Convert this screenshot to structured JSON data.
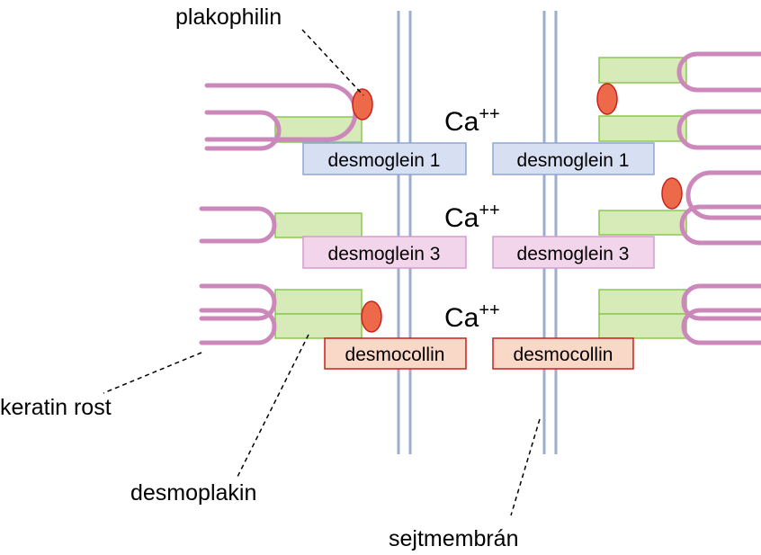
{
  "colors": {
    "membrane": "#9aaed0",
    "keratin": "#cc88bb",
    "desmoplakin_fill": "#d6ebb8",
    "desmoplakin_stroke": "#8cc850",
    "plakophilin_fill": "#ec6a4a",
    "plakophilin_stroke": "#c9201b",
    "desmoglein1_fill": "#d7e0f2",
    "desmoglein1_stroke": "#8fa6d4",
    "desmoglein3_fill": "#f2d5ea",
    "desmoglein3_stroke": "#d49ccc",
    "desmocollin_fill": "#fad8c8",
    "desmocollin_stroke": "#c9201b",
    "leader": "#000000"
  },
  "labels": {
    "plakophilin": "plakophilin",
    "keratin": "keratin rost",
    "desmoplakin": "desmoplakin",
    "membrane": "sejtmembrán"
  },
  "proteins": {
    "desmoglein1": "desmoglein 1",
    "desmoglein3": "desmoglein 3",
    "desmocollin": "desmocollin"
  },
  "ions": {
    "base": "Ca",
    "charge": "++"
  }
}
